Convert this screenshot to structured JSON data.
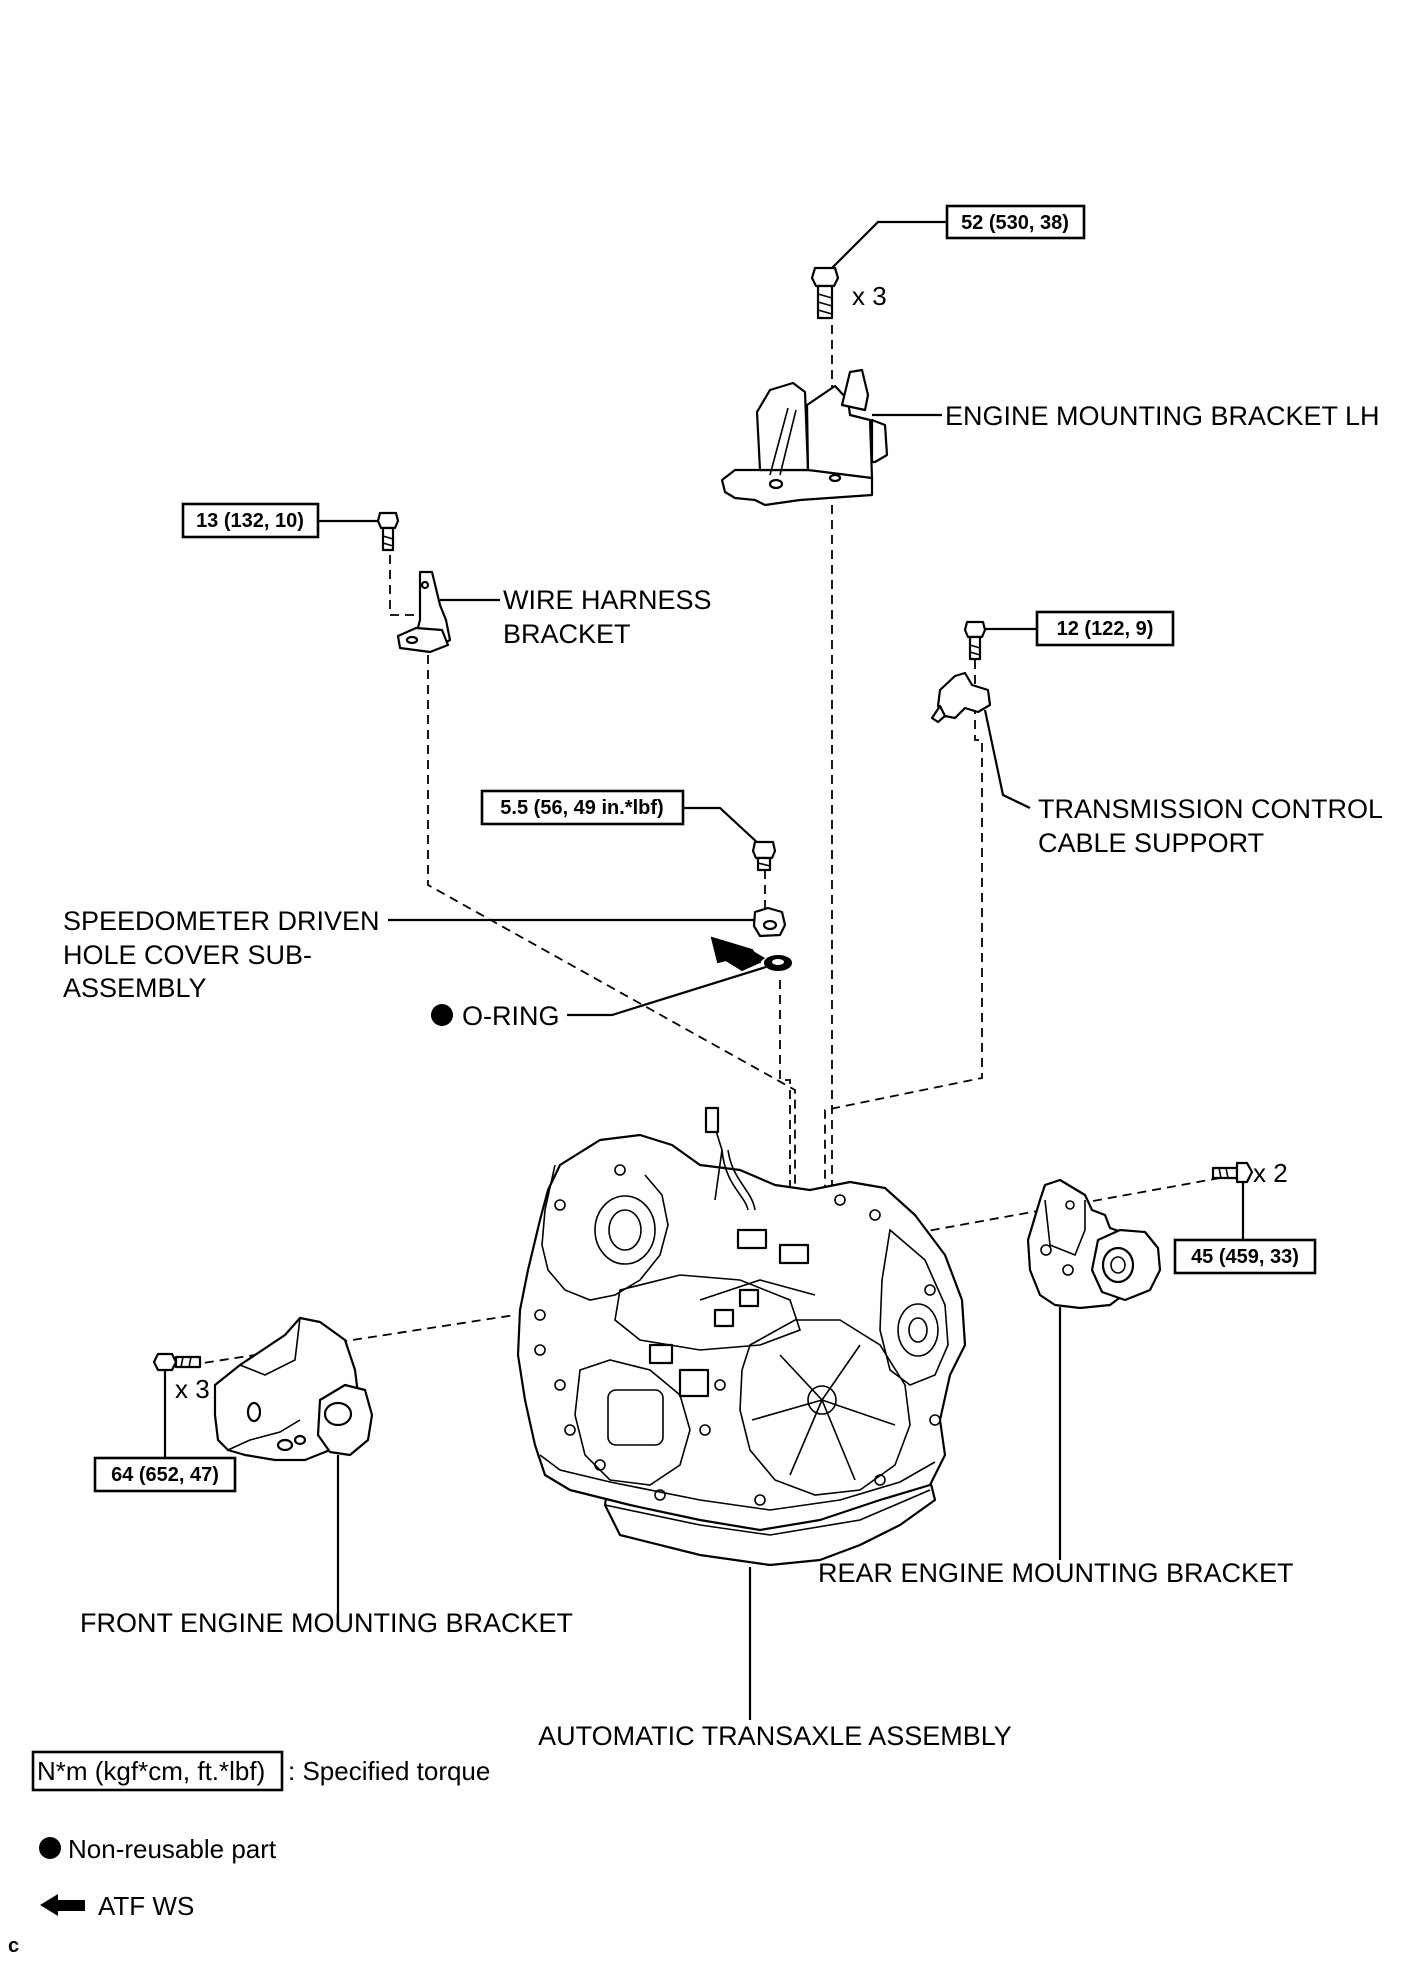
{
  "parts": {
    "engine_mounting_bracket_lh": "ENGINE MOUNTING BRACKET LH",
    "wire_harness_bracket_line1": "WIRE HARNESS",
    "wire_harness_bracket_line2": "BRACKET",
    "transmission_control_cable_support_line1": "TRANSMISSION CONTROL",
    "transmission_control_cable_support_line2": "CABLE SUPPORT",
    "speedometer_cover_line1": "SPEEDOMETER DRIVEN",
    "speedometer_cover_line2": "HOLE COVER SUB-",
    "speedometer_cover_line3": "ASSEMBLY",
    "o_ring": "O-RING",
    "rear_engine_mounting_bracket": "REAR ENGINE MOUNTING BRACKET",
    "front_engine_mounting_bracket": "FRONT ENGINE MOUNTING BRACKET",
    "automatic_transaxle_assembly": "AUTOMATIC TRANSAXLE ASSEMBLY"
  },
  "torques": {
    "engine_bracket_bolt": "52 (530, 38)",
    "wire_harness_bolt": "13 (132, 10)",
    "cable_support_bolt": "12 (122, 9)",
    "speedometer_cover_bolt": "5.5 (56, 49 in.*lbf)",
    "rear_bracket_bolt": "45 (459, 33)",
    "front_bracket_bolt": "64 (652, 47)"
  },
  "quantities": {
    "engine_bracket_bolts": "x 3",
    "rear_bracket_bolts": "x 2",
    "front_bracket_bolts": "x 3"
  },
  "legend": {
    "torque_unit": "N*m (kgf*cm, ft.*lbf)",
    "torque_desc": ": Specified torque",
    "non_reusable": "Non-reusable part",
    "atf": "ATF WS"
  },
  "footer_code": "c"
}
